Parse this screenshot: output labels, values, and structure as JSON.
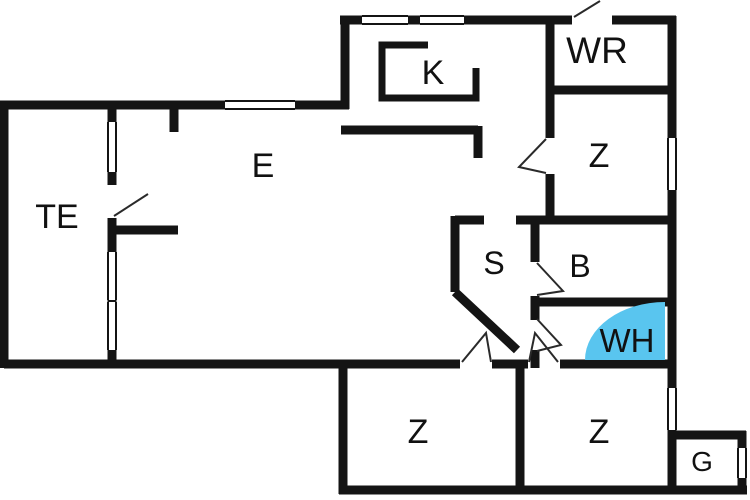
{
  "title": "apartment-floor-plan",
  "colors": {
    "background": "#ffffff",
    "wall": "#141414",
    "thin": "#2a2a2a",
    "text": "#111111",
    "highlight": "#59C5EF"
  },
  "rooms": [
    {
      "id": "te",
      "label": "TE"
    },
    {
      "id": "e",
      "label": "E"
    },
    {
      "id": "k",
      "label": "K"
    },
    {
      "id": "wr",
      "label": "WR"
    },
    {
      "id": "z-upper-right",
      "label": "Z"
    },
    {
      "id": "s",
      "label": "S"
    },
    {
      "id": "b",
      "label": "B"
    },
    {
      "id": "wh",
      "label": "WH"
    },
    {
      "id": "z-bottom-left",
      "label": "Z"
    },
    {
      "id": "z-bottom-right",
      "label": "Z"
    },
    {
      "id": "g",
      "label": "G"
    }
  ]
}
